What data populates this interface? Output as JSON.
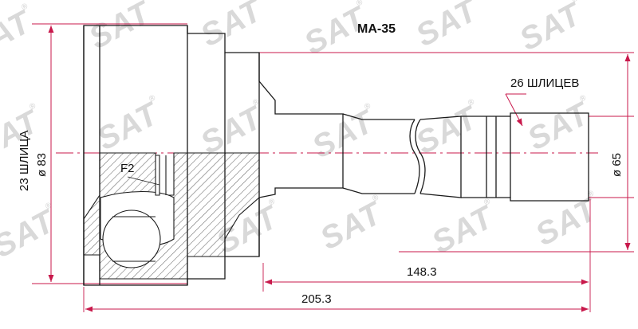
{
  "part_number": "MA-35",
  "watermark": {
    "brand": "SAT"
  },
  "dimensions": {
    "outer_diameter": "ø 83",
    "outer_splines": "23 ШЛИЦА",
    "shaft_diameter": "ø 65",
    "shaft_splines": "26 ШЛИЦЕВ",
    "length_shaft": "148.3",
    "length_total": "205.3",
    "chamfer": "F2"
  },
  "colors": {
    "line": "#1a1a1a",
    "dimension": "#c8184b",
    "watermark": "#d9d9d9"
  }
}
